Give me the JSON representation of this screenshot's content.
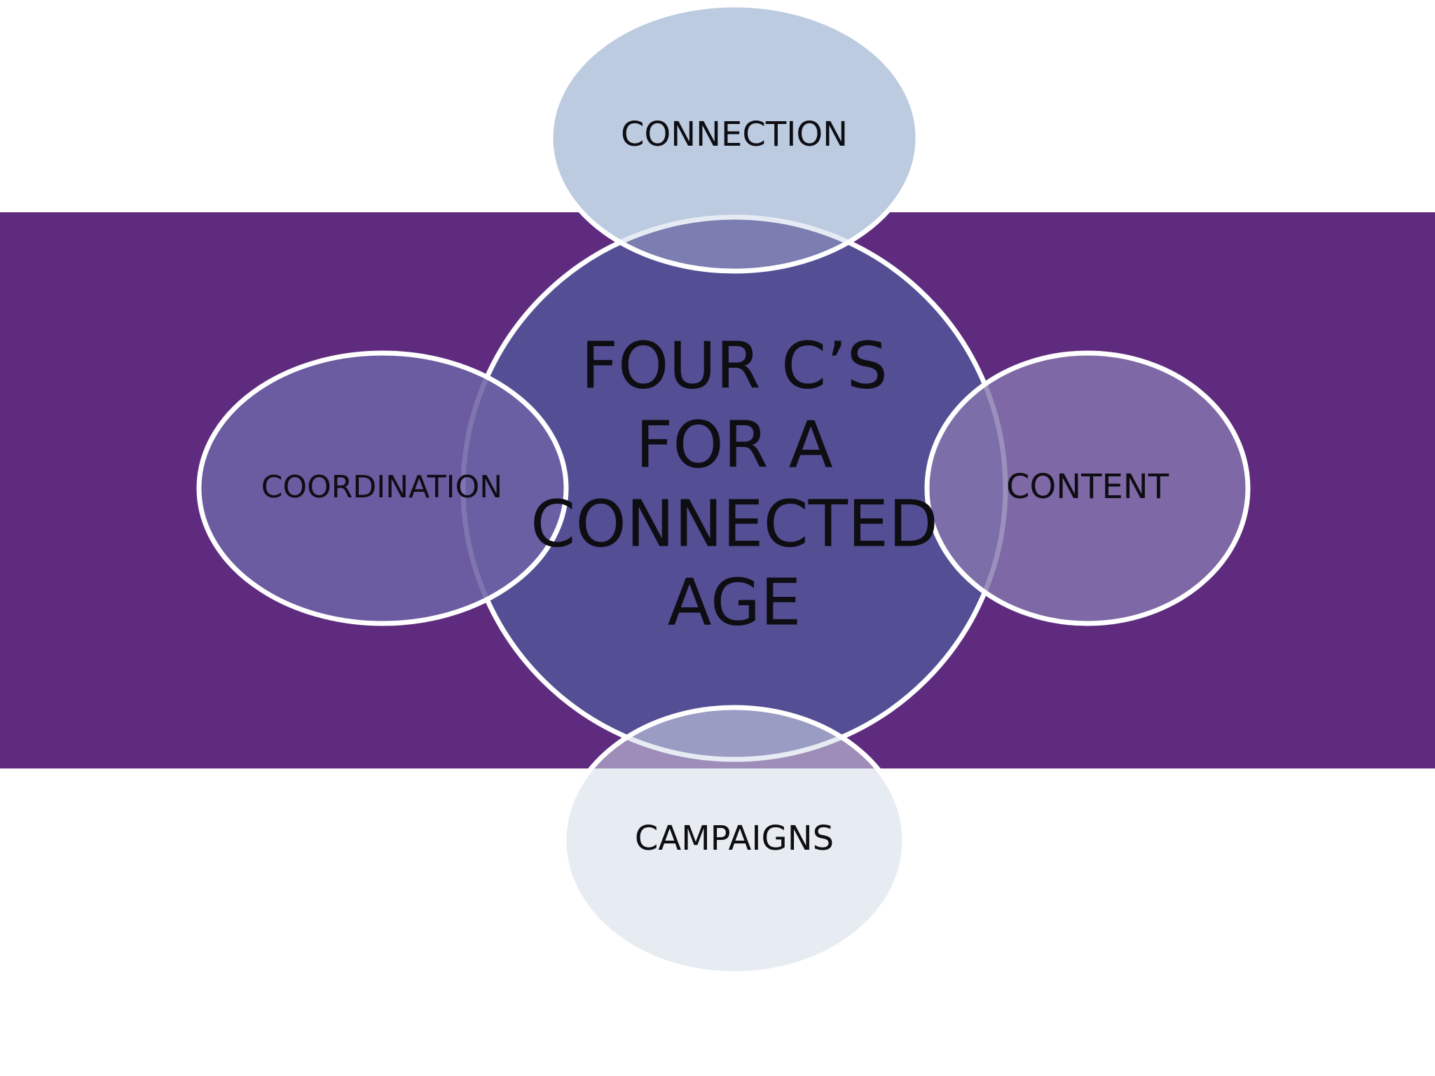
{
  "colors": {
    "band": "#5e2b7e",
    "center_fill": "#544e94",
    "top_fill": "#bccbe0",
    "bottom_fill": "#d3dcea",
    "left_fill": "#6d62a5",
    "right_fill": "#8576ad",
    "outline": "#ffffff",
    "text": "#0d0d12"
  },
  "diagram": {
    "center": {
      "lines": [
        "FOUR C’S",
        "FOR A",
        "CONNECTED",
        "AGE"
      ]
    },
    "nodes": {
      "top": {
        "label": "CONNECTION"
      },
      "left": {
        "label": "COORDINATION"
      },
      "right": {
        "label": "CONTENT"
      },
      "bottom": {
        "label": "CAMPAIGNS"
      }
    }
  }
}
